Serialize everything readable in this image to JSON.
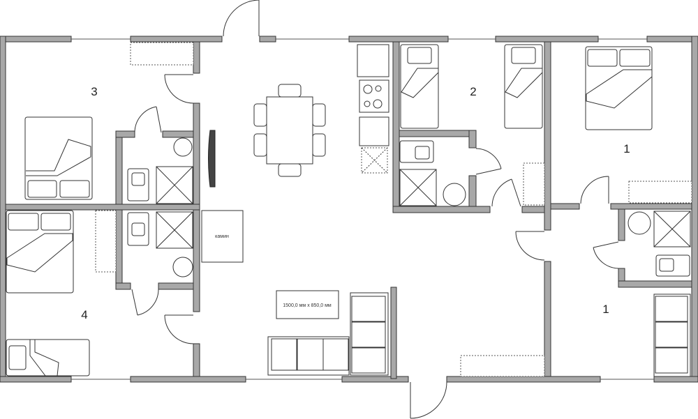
{
  "plan": {
    "rooms": {
      "room_3": "3",
      "room_2": "2",
      "room_1_top": "1",
      "room_4": "4",
      "room_1_bottom": "1"
    },
    "fireplace_label": "камин",
    "table_dimensions": "1500,0 мм x 850,0 мм"
  },
  "colors": {
    "wall": "#a8a8a8",
    "outline": "#333333"
  }
}
